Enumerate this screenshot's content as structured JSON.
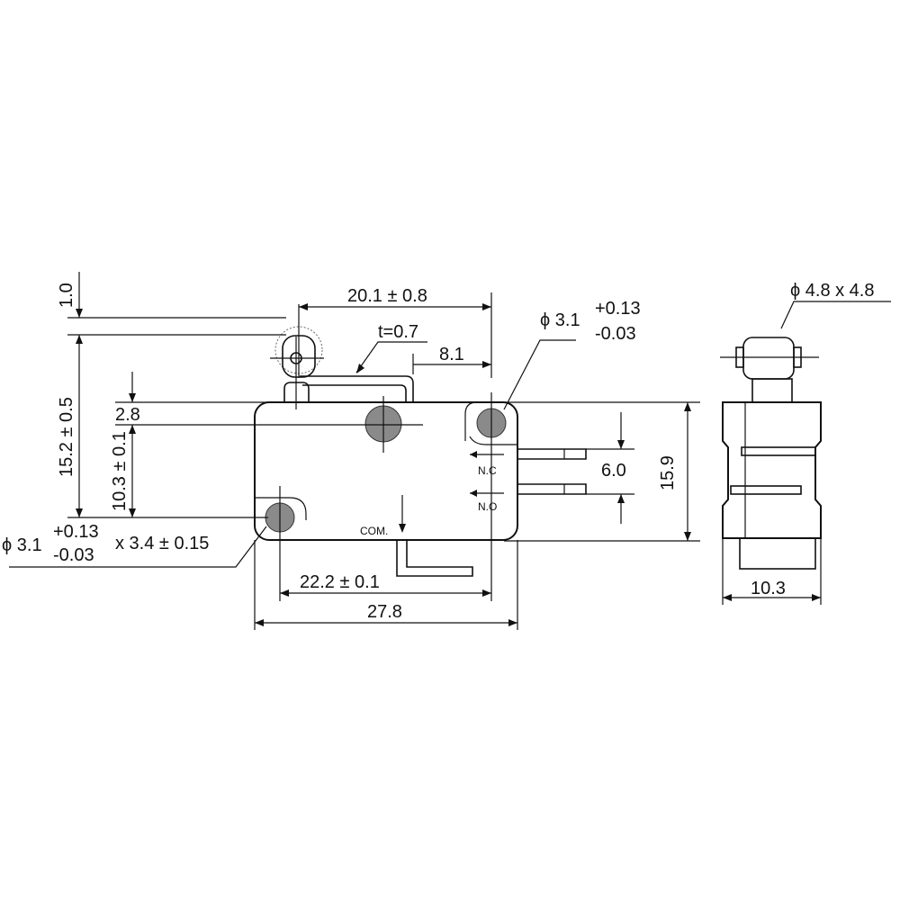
{
  "diagram": {
    "dims": {
      "d_1_0": "1.0",
      "d_20_1": "20.1 ± 0.8",
      "d_t": "t=0.7",
      "d_8_1": "8.1",
      "d_hole_top_phi": "ϕ 3.1",
      "d_hole_top_plus": "+0.13",
      "d_hole_top_minus": "-0.03",
      "d_15_2": "15.2 ± 0.5",
      "d_2_8": "2.8",
      "d_10_3": "10.3 ± 0.1",
      "d_6_0": "6.0",
      "d_15_9": "15.9",
      "d_hole_left_phi": "ϕ 3.1",
      "d_hole_left_plus": "+0.13",
      "d_hole_left_minus": "-0.03",
      "d_hole_left_slot": "x 3.4 ± 0.15",
      "d_22_2": "22.2 ± 0.1",
      "d_27_8": "27.8",
      "d_roller": "ϕ 4.8 x 4.8",
      "d_10_3_side": "10.3"
    },
    "terminals": {
      "nc": "N.C",
      "no": "N.O",
      "com": "COM."
    }
  }
}
